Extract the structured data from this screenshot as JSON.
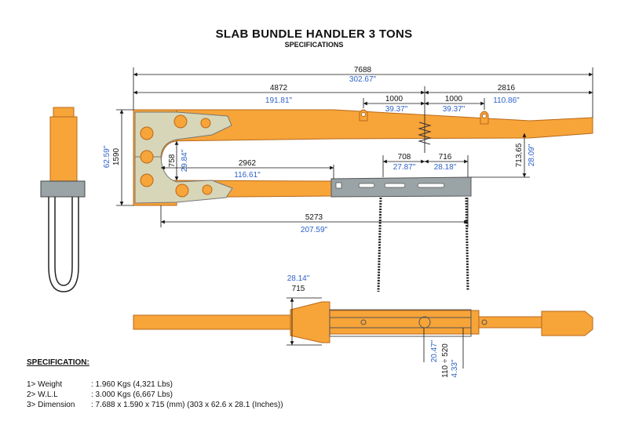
{
  "title": "SLAB BUNDLE HANDLER 3 TONS",
  "subtitle": "SPECIFICATIONS",
  "colors": {
    "beam": "#F7A439",
    "beam_edge": "#B8691A",
    "head_plate": "#D8D6B8",
    "bar": "#9AA3A6",
    "dim_black": "#111111",
    "dim_blue": "#2E62C8"
  },
  "dimensions": {
    "overall_mm": "7688",
    "overall_in": "302.67\"",
    "left_mm": "4872",
    "left_in": "191.81\"",
    "pitch_left_mm": "1000",
    "pitch_left_in": "39.37\"",
    "pitch_right_mm": "1000",
    "pitch_right_in": "39.37\"",
    "right_mm": "2816",
    "right_in": "110.86\"",
    "height_mm": "1590",
    "height_in": "62.59\"",
    "throat_mm": "758",
    "throat_in": "29.84\"",
    "lower_arm_mm": "2962",
    "lower_arm_in": "116.61\"",
    "bar_left_mm": "708",
    "bar_left_in": "27.87\"",
    "bar_right_mm": "716",
    "bar_right_in": "28.18\"",
    "side_height_mm": "713,65",
    "side_height_in": "28.09\"",
    "reach_mm": "5273",
    "reach_in": "207.59\"",
    "plan_width_mm": "715",
    "plan_width_in": "28.14\"",
    "adj_mm": "110 ÷ 520",
    "adj_in_a": "20.47\"",
    "adj_in_b": "4.33\""
  },
  "specification": {
    "heading": "SPECIFICATION:",
    "items": [
      {
        "label": "1> Weight",
        "value": ": 1.960 Kgs (4,321 Lbs)"
      },
      {
        "label": "2> W.L.L",
        "value": ": 3.000 Kgs (6,667 Lbs)"
      },
      {
        "label": "3> Dimension",
        "value": ": 7.688 x 1.590 x 715 (mm) (303 x 62.6 x 28.1 (Inches))"
      }
    ]
  }
}
